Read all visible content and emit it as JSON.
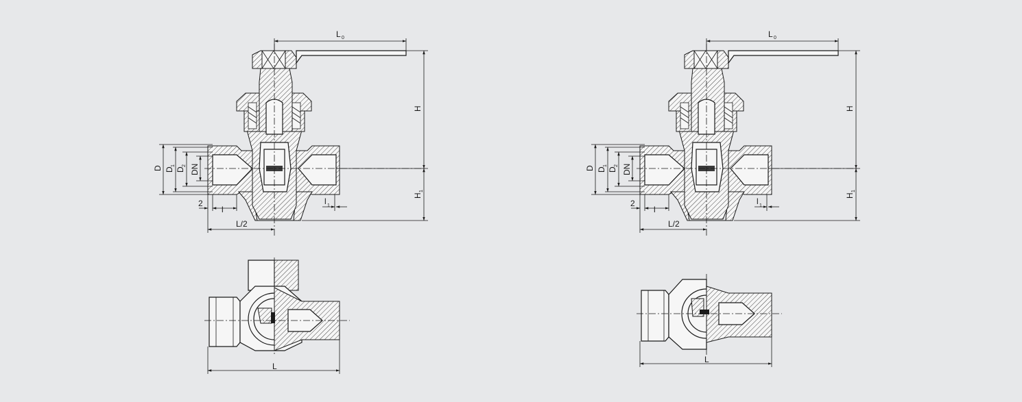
{
  "colors": {
    "background": "#e7e8ea",
    "ink": "#1a1a1a",
    "fill": "#f6f6f6"
  },
  "drawings": [
    {
      "labels": {
        "L0": "L",
        "L0_sub": "0",
        "H": "H",
        "H1": "H",
        "H1_sub": "1",
        "D": "D",
        "D1": "D",
        "D1_sub": "1",
        "D2": "D",
        "D2_sub": "2",
        "DN": "DN",
        "two": "2",
        "l": "l",
        "l1": "l",
        "l1_sub": "1",
        "L2": "L/2",
        "L": "L"
      }
    },
    {
      "labels": {
        "L0": "L",
        "L0_sub": "0",
        "H": "H",
        "H1": "H",
        "H1_sub": "1",
        "D": "D",
        "D1": "D",
        "D1_sub": "1",
        "D2": "D",
        "D2_sub": "2",
        "DN": "DN",
        "two": "2",
        "l": "l",
        "l1": "l",
        "l1_sub": "1",
        "L2": "L/2",
        "L": "L"
      }
    }
  ]
}
